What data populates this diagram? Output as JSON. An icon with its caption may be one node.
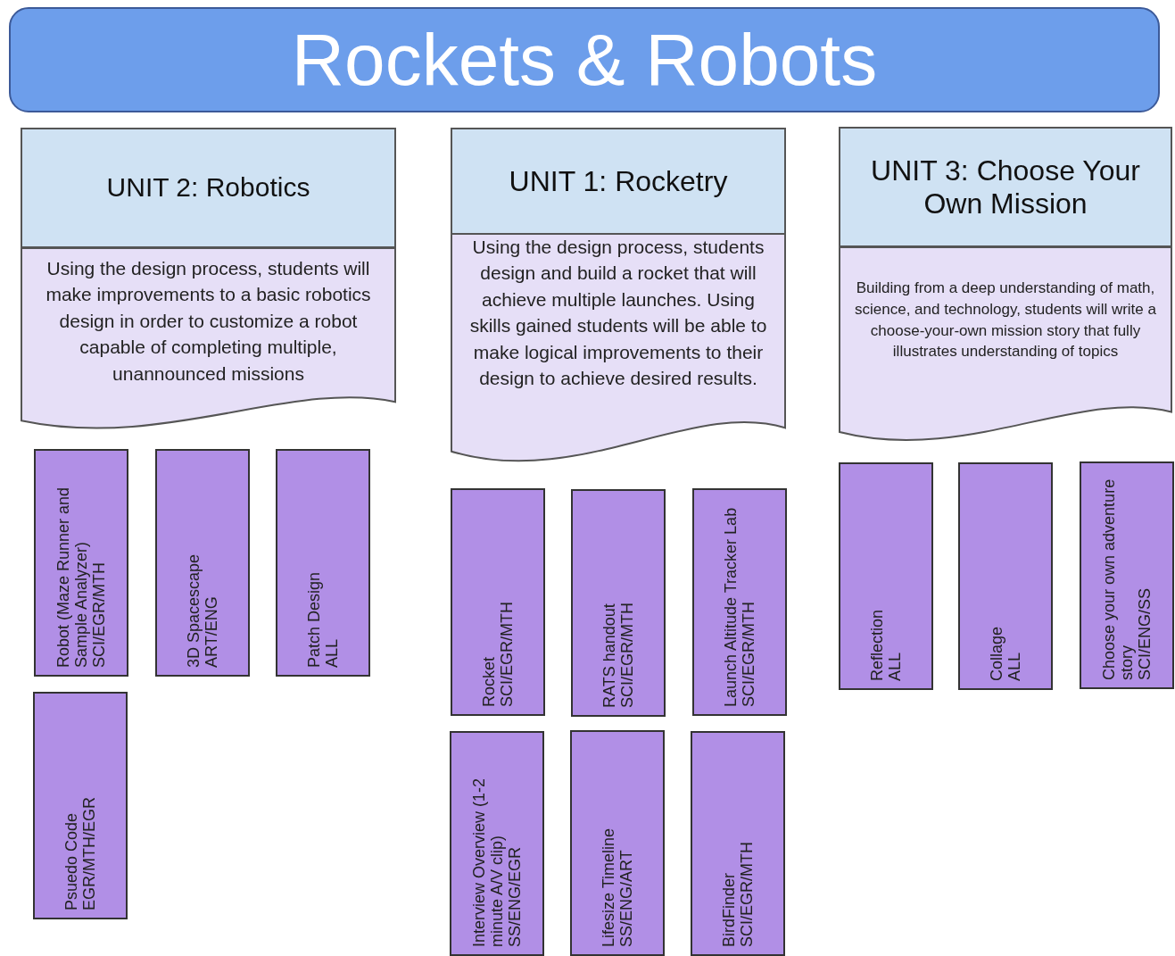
{
  "diagram": {
    "nodes": [
      {
        "text": [
          "Rockets & Robots"
        ]
      },
      {
        "text": [
          "UNIT 2: Robotics"
        ]
      },
      {
        "text": [
          "Using the design process, students will make improvements to a basic robotics design in order to customize a robot capable of completing multiple, unannounced missions"
        ]
      },
      {
        "text": [
          "UNIT 1: Rocketry"
        ]
      },
      {
        "text": [
          "Using the design process, students design and build  a rocket that will achieve multiple  launches. Using skills gained students will be able to make logical improvements to their design to achieve desired results."
        ]
      },
      {
        "text": [
          "UNIT 3: Choose Your Own Mission"
        ]
      },
      {
        "text": [
          "Building from a deep understanding of math, science, and technology, students will write a choose-your-own mission story that fully illustrates understanding of topics"
        ]
      },
      {
        "text": [
          "Robot (Maze Runner and Sample Analyzer)",
          "SCI/EGR/MTH"
        ]
      },
      {
        "text": [
          "3D Spacescape",
          "ART/ENG"
        ]
      },
      {
        "text": [
          "Patch Design",
          "ALL"
        ]
      },
      {
        "text": [
          "Psuedo Code",
          "EGR/MTH/EGR"
        ]
      },
      {
        "text": [
          "Rocket",
          "SCI/EGR/MTH"
        ]
      },
      {
        "text": [
          "RATS handout",
          "SCI/EGR/MTH"
        ]
      },
      {
        "text": [
          "Launch Altitude Tracker Lab",
          "SCI/EGR/MTH"
        ]
      },
      {
        "text": [
          "Interview Overview (1-2 minute A/V clip)",
          "SS/ENG/EGR"
        ]
      },
      {
        "text": [
          "Lifesize Timeline",
          "SS/ENG/ART"
        ]
      },
      {
        "text": [
          "BirdFinder",
          "SCI/EGR/MTH"
        ]
      },
      {
        "text": [
          "Reflection",
          "ALL"
        ]
      },
      {
        "text": [
          "Collage",
          "ALL"
        ]
      },
      {
        "text": [
          "Choose your own adventure story",
          "SCI/ENG/SS"
        ]
      }
    ],
    "edges": []
  }
}
